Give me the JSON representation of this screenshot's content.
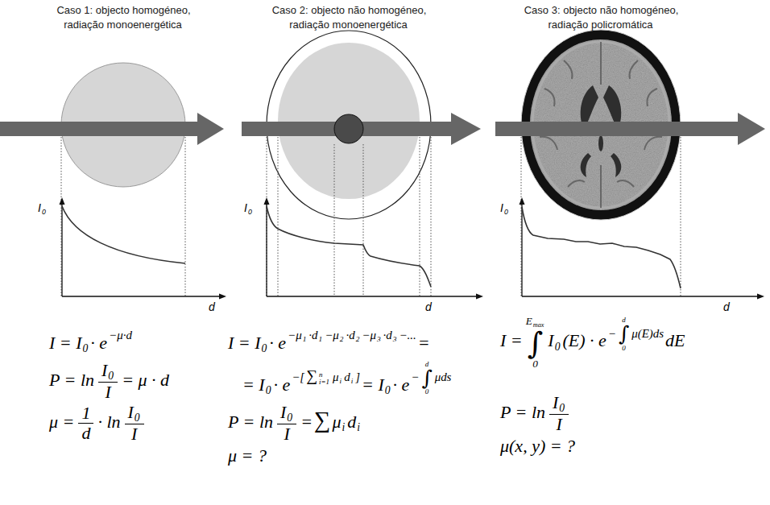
{
  "diagram": {
    "labels": [
      "Caso 1: objecto homogéneo, radiação monoenergética",
      "Caso 2: objecto não homogéneo, radiação monoenergética",
      "Caso 3: objecto não homogéneo, radiação policromática",
      "I",
      "0",
      "d",
      "I",
      "0",
      "d",
      "I",
      "0",
      "d",
      "I = I",
      "0",
      "· e",
      "−μ·d",
      "P = ln",
      "I",
      "0",
      "I",
      "= μ · d",
      "μ =",
      "1",
      "d",
      "· ln",
      "I",
      "0",
      "I",
      "I = I",
      "0",
      "· e",
      "−μ",
      "1",
      "·d",
      "1",
      "−μ",
      "2",
      "·d",
      "2",
      "−μ",
      "3",
      "·d",
      "3",
      "−...",
      "=",
      "= I",
      "0",
      "· e",
      "−[",
      "∑",
      "n",
      "i=1",
      "μ",
      "i",
      "d",
      "i",
      "]",
      "= I",
      "0",
      "· e",
      "−",
      "d",
      "∫",
      "0",
      "μds",
      "P = ln",
      "I",
      "0",
      "I",
      "=",
      "∑",
      "μ",
      "i",
      "d",
      "i",
      "μ = ?",
      "I =",
      "E",
      "max",
      "∫",
      "0",
      "I",
      "0",
      "(E) · e",
      "−",
      "d",
      "∫",
      "0",
      "μ(E)ds",
      "dE",
      "P = ln",
      "I",
      "0",
      "I",
      "μ(x, y) = ?"
    ]
  }
}
